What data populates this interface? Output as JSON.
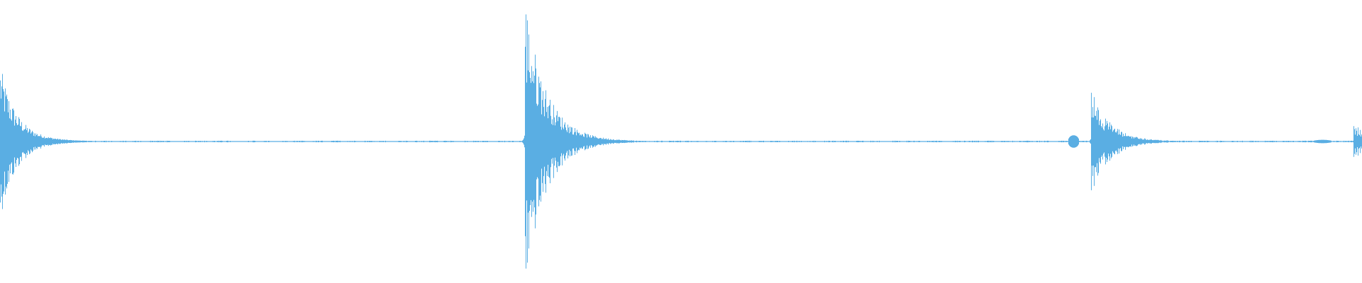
{
  "waveform": {
    "color": "#5aaee3",
    "background": "#ffffff",
    "duration_units": 1920,
    "amplitude_range": [
      -1,
      1
    ],
    "baseline_level": 0.004,
    "bursts": [
      {
        "time": 0,
        "peak": 0.52,
        "decay": 0.045,
        "tail": 0.075
      },
      {
        "time": 740,
        "peak": 0.97,
        "decay": 0.035,
        "tail": 0.07
      },
      {
        "time": 1538,
        "peak": 0.36,
        "decay": 0.04,
        "tail": 0.07
      },
      {
        "time": 1908,
        "peak": 0.13,
        "decay": 0.04,
        "tail": 0.01
      }
    ],
    "blobs": [
      {
        "time": 1513,
        "peak": 0.045,
        "width": 8
      },
      {
        "time": 1864,
        "peak": 0.012,
        "width": 14
      }
    ],
    "gaps": [
      [
        80,
        92
      ],
      [
        108,
        122
      ],
      [
        135,
        140
      ],
      [
        158,
        168
      ],
      [
        180,
        186
      ],
      [
        200,
        206
      ],
      [
        242,
        258
      ],
      [
        268,
        274
      ],
      [
        292,
        298
      ],
      [
        325,
        345
      ],
      [
        360,
        370
      ],
      [
        380,
        392
      ],
      [
        405,
        412
      ],
      [
        430,
        440
      ],
      [
        455,
        466
      ],
      [
        480,
        485
      ],
      [
        505,
        512
      ],
      [
        528,
        534
      ],
      [
        545,
        560
      ],
      [
        575,
        582
      ],
      [
        598,
        604
      ],
      [
        618,
        624
      ],
      [
        640,
        652
      ],
      [
        660,
        664
      ],
      [
        690,
        700
      ],
      [
        712,
        716
      ],
      [
        725,
        730
      ],
      [
        800,
        808
      ],
      [
        830,
        840
      ],
      [
        854,
        858
      ],
      [
        880,
        892
      ],
      [
        906,
        920
      ],
      [
        935,
        940
      ],
      [
        960,
        965
      ],
      [
        985,
        994
      ],
      [
        1010,
        1018
      ],
      [
        1035,
        1042
      ],
      [
        1060,
        1068
      ],
      [
        1078,
        1085
      ],
      [
        1100,
        1110
      ],
      [
        1130,
        1136
      ],
      [
        1150,
        1160
      ],
      [
        1178,
        1184
      ],
      [
        1200,
        1206
      ],
      [
        1220,
        1226
      ],
      [
        1240,
        1256
      ],
      [
        1270,
        1276
      ],
      [
        1300,
        1306
      ],
      [
        1328,
        1340
      ],
      [
        1354,
        1358
      ],
      [
        1380,
        1386
      ],
      [
        1404,
        1410
      ],
      [
        1430,
        1436
      ],
      [
        1456,
        1460
      ],
      [
        1480,
        1490
      ],
      [
        1650,
        1660
      ],
      [
        1680,
        1688
      ],
      [
        1705,
        1712
      ],
      [
        1728,
        1734
      ],
      [
        1752,
        1760
      ],
      [
        1775,
        1782
      ],
      [
        1800,
        1806
      ]
    ]
  }
}
